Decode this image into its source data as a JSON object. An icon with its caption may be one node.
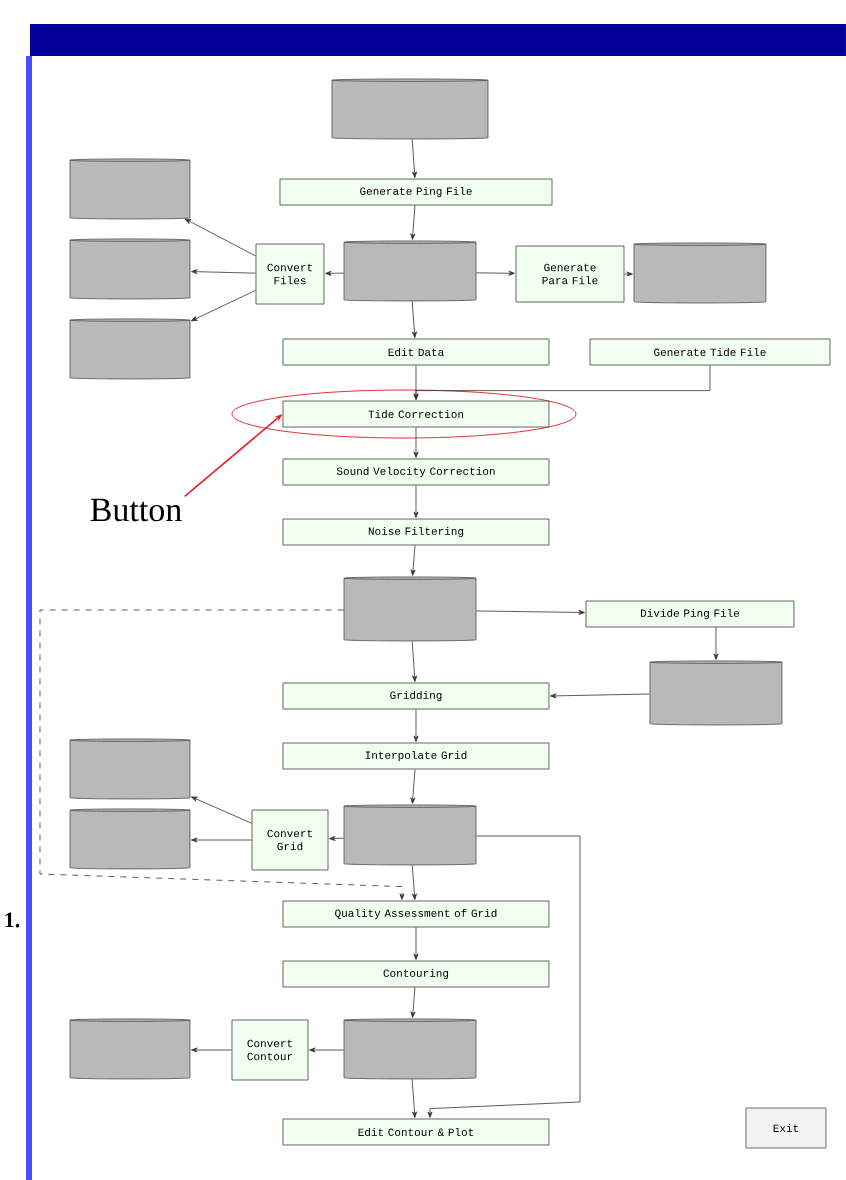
{
  "diagram": {
    "nodes": [
      {
        "text": [],
        "shape": "cylinder"
      },
      {
        "text": [
          "Generate Ping File"
        ]
      },
      {
        "text": [],
        "shape": "cylinder"
      },
      {
        "text": [],
        "shape": "cylinder"
      },
      {
        "text": [],
        "shape": "cylinder"
      },
      {
        "text": [
          "Convert Files"
        ]
      },
      {
        "text": [],
        "shape": "cylinder"
      },
      {
        "text": [
          "Generate Para File"
        ]
      },
      {
        "text": [],
        "shape": "cylinder"
      },
      {
        "text": [
          "Edit Data"
        ]
      },
      {
        "text": [
          "Generate Tide File"
        ]
      },
      {
        "text": [
          "Tide Correction"
        ]
      },
      {
        "text": [
          "Sound Velocity Correction"
        ]
      },
      {
        "text": [
          "Noise Filtering"
        ]
      },
      {
        "text": [],
        "shape": "cylinder"
      },
      {
        "text": [
          "Divide Ping File"
        ]
      },
      {
        "text": [],
        "shape": "cylinder"
      },
      {
        "text": [
          "Gridding"
        ]
      },
      {
        "text": [
          "Interpolate Grid"
        ]
      },
      {
        "text": [],
        "shape": "cylinder"
      },
      {
        "text": [],
        "shape": "cylinder"
      },
      {
        "text": [
          "Convert Grid"
        ]
      },
      {
        "text": [],
        "shape": "cylinder"
      },
      {
        "text": [
          "Quality Assessment of Grid"
        ]
      },
      {
        "text": [
          "Contouring"
        ]
      },
      {
        "text": [],
        "shape": "cylinder"
      },
      {
        "text": [
          "Convert Contour"
        ]
      },
      {
        "text": [],
        "shape": "cylinder"
      },
      {
        "text": [
          "Edit Contour & Plot"
        ]
      },
      {
        "text": [
          "Exit"
        ]
      },
      {
        "text": [
          "Button"
        ]
      }
    ],
    "edges": [
      {
        "from": 0,
        "to": 1,
        "arrow": "to"
      },
      {
        "from": 1,
        "to": 6,
        "arrow": "to"
      },
      {
        "from": 6,
        "to": 5,
        "arrow": "to"
      },
      {
        "from": 5,
        "to": 2,
        "arrow": "to"
      },
      {
        "from": 5,
        "to": 3,
        "arrow": "to"
      },
      {
        "from": 5,
        "to": 4,
        "arrow": "to"
      },
      {
        "from": 6,
        "to": 7,
        "arrow": "to"
      },
      {
        "from": 7,
        "to": 8,
        "arrow": "to"
      },
      {
        "from": 6,
        "to": 9,
        "arrow": "to"
      },
      {
        "from": 9,
        "to": 11,
        "arrow": "to"
      },
      {
        "from": 10,
        "to": 11,
        "arrow": "to"
      },
      {
        "from": 11,
        "to": 12,
        "arrow": "to"
      },
      {
        "from": 12,
        "to": 13,
        "arrow": "to"
      },
      {
        "from": 13,
        "to": 14,
        "arrow": "to"
      },
      {
        "from": 14,
        "to": 15,
        "arrow": "to"
      },
      {
        "from": 15,
        "to": 16,
        "arrow": "to"
      },
      {
        "from": 16,
        "to": 17,
        "arrow": "to"
      },
      {
        "from": 14,
        "to": 17,
        "arrow": "to"
      },
      {
        "from": 17,
        "to": 18,
        "arrow": "to"
      },
      {
        "from": 18,
        "to": 22,
        "arrow": "to"
      },
      {
        "from": 22,
        "to": 21,
        "arrow": "to"
      },
      {
        "from": 21,
        "to": 19,
        "arrow": "to"
      },
      {
        "from": 21,
        "to": 20,
        "arrow": "to"
      },
      {
        "from": 14,
        "to": 23,
        "arrow": "to",
        "style": "dashed"
      },
      {
        "from": 22,
        "to": 23,
        "arrow": "to"
      },
      {
        "from": 23,
        "to": 24,
        "arrow": "to"
      },
      {
        "from": 24,
        "to": 27,
        "arrow": "to"
      },
      {
        "from": 27,
        "to": 26,
        "arrow": "to"
      },
      {
        "from": 26,
        "to": 25,
        "arrow": "to"
      },
      {
        "from": 27,
        "to": 28,
        "arrow": "to"
      },
      {
        "from": 22,
        "to": 28,
        "arrow": "to"
      },
      {
        "from": 30,
        "to": 11,
        "arrow": "to",
        "color": "#e0202a"
      }
    ],
    "labels": [
      "1."
    ]
  }
}
